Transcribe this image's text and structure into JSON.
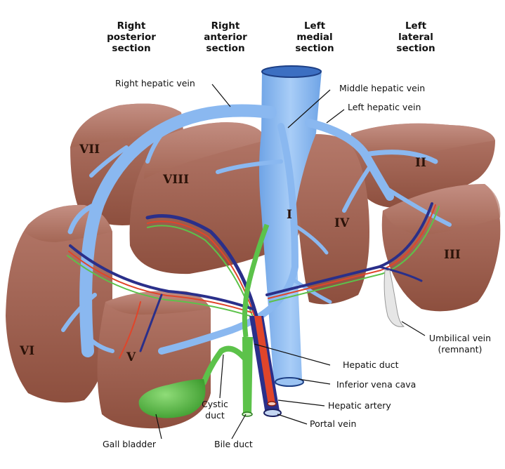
{
  "headers": {
    "right_posterior": "Right\nposterior\nsection",
    "right_anterior": "Right\nanterior\nsection",
    "left_medial": "Left\nmedial\nsection",
    "left_lateral": "Left\nlateral\nsection"
  },
  "segments": {
    "s1": "I",
    "s2": "II",
    "s3": "III",
    "s4": "IV",
    "s5": "V",
    "s6": "VI",
    "s7": "VII",
    "s8": "VIII"
  },
  "labels": {
    "right_hepatic_vein": "Right hepatic vein",
    "middle_hepatic_vein": "Middle hepatic vein",
    "left_hepatic_vein": "Left hepatic vein",
    "umbilical_vein": "Umbilical vein\n(remnant)",
    "hepatic_duct": "Hepatic duct",
    "inferior_vena_cava": "Inferior vena cava",
    "hepatic_artery": "Hepatic artery",
    "portal_vein": "Portal vein",
    "cystic_duct": "Cystic\nduct",
    "gall_bladder": "Gall bladder",
    "bile_duct": "Bile duct"
  },
  "colors": {
    "liver": "#9a5a48",
    "liver_light": "#b97e6a",
    "liver_dark": "#6e3a2c",
    "hepatic_vein": "#8ab8f0",
    "portal_vein": "#2a2f8a",
    "hepatic_artery": "#e0452a",
    "bile_duct": "#5cc24a",
    "gall_bladder": "#4fb23c"
  }
}
